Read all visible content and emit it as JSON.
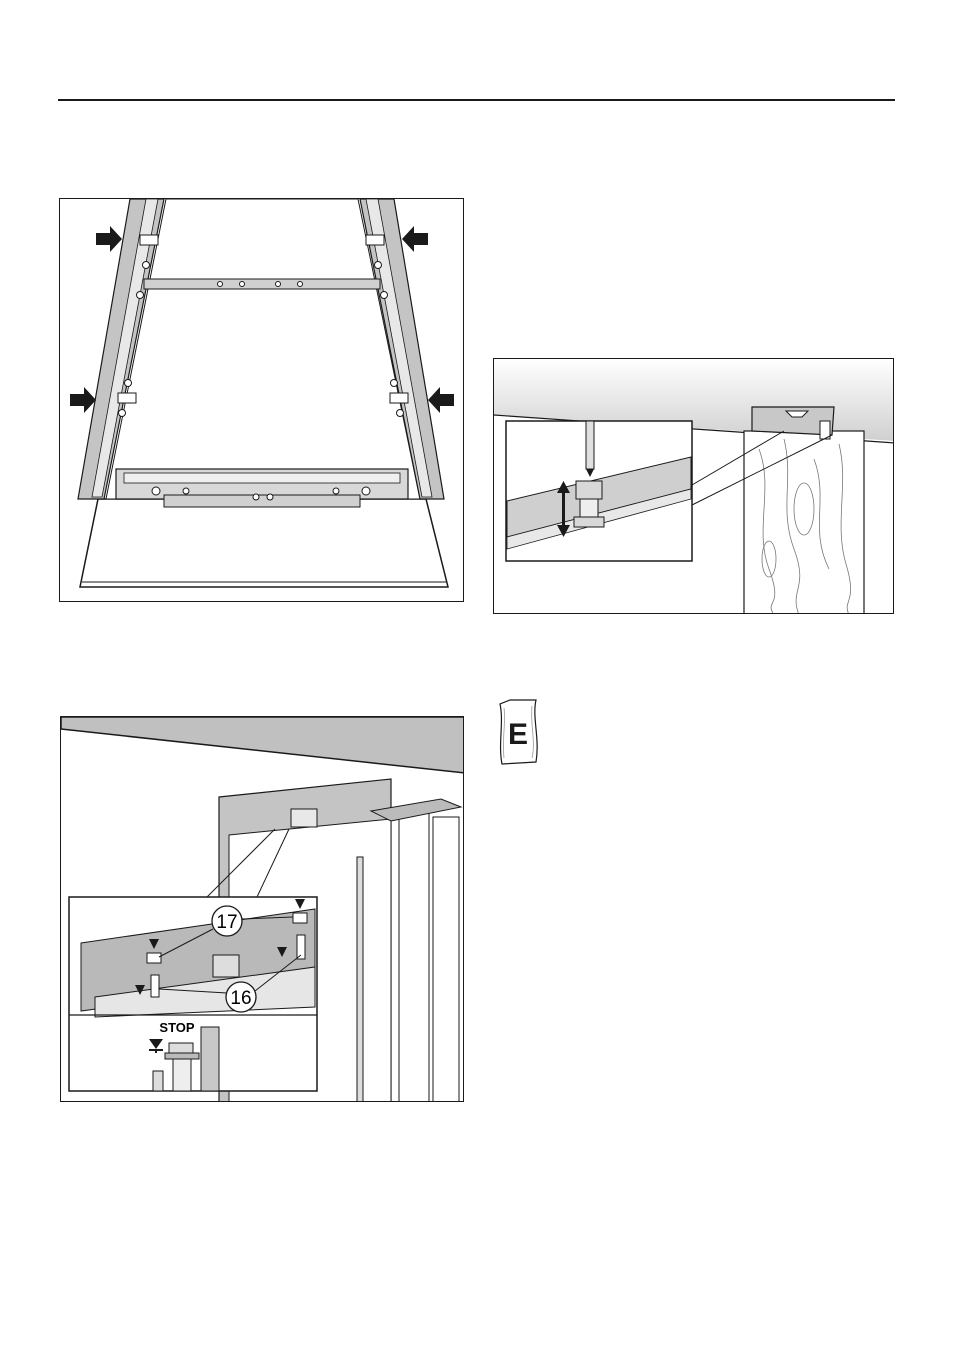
{
  "figures": {
    "fig3": {
      "callout_17": "17",
      "callout_16": "16",
      "stop_label": "STOP"
    }
  },
  "accessory_pack": {
    "letter": "E"
  },
  "colors": {
    "line": "#1a1a1a",
    "panel_gray": "#b9b9b9",
    "light_gray": "#e3e3e3"
  }
}
